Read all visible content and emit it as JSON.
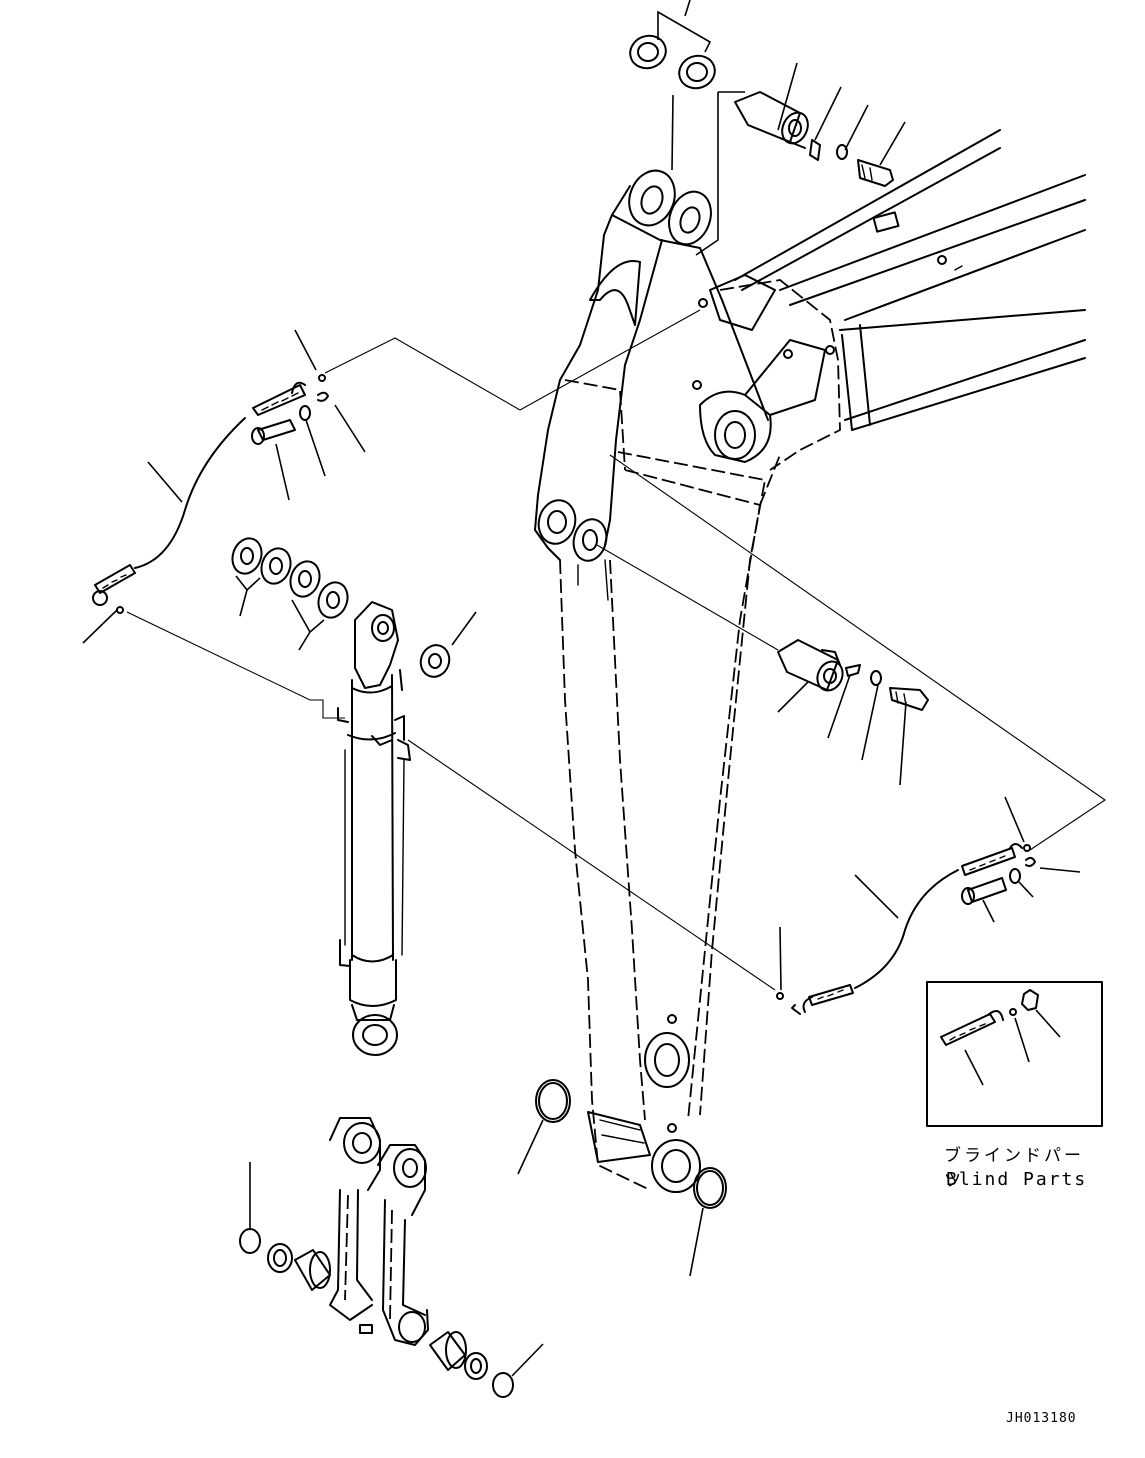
{
  "figure": {
    "blind_parts_label_jp": "ブラインドパーツ",
    "blind_parts_label_en": "Blind Parts",
    "drawing_number": "JH013180"
  }
}
